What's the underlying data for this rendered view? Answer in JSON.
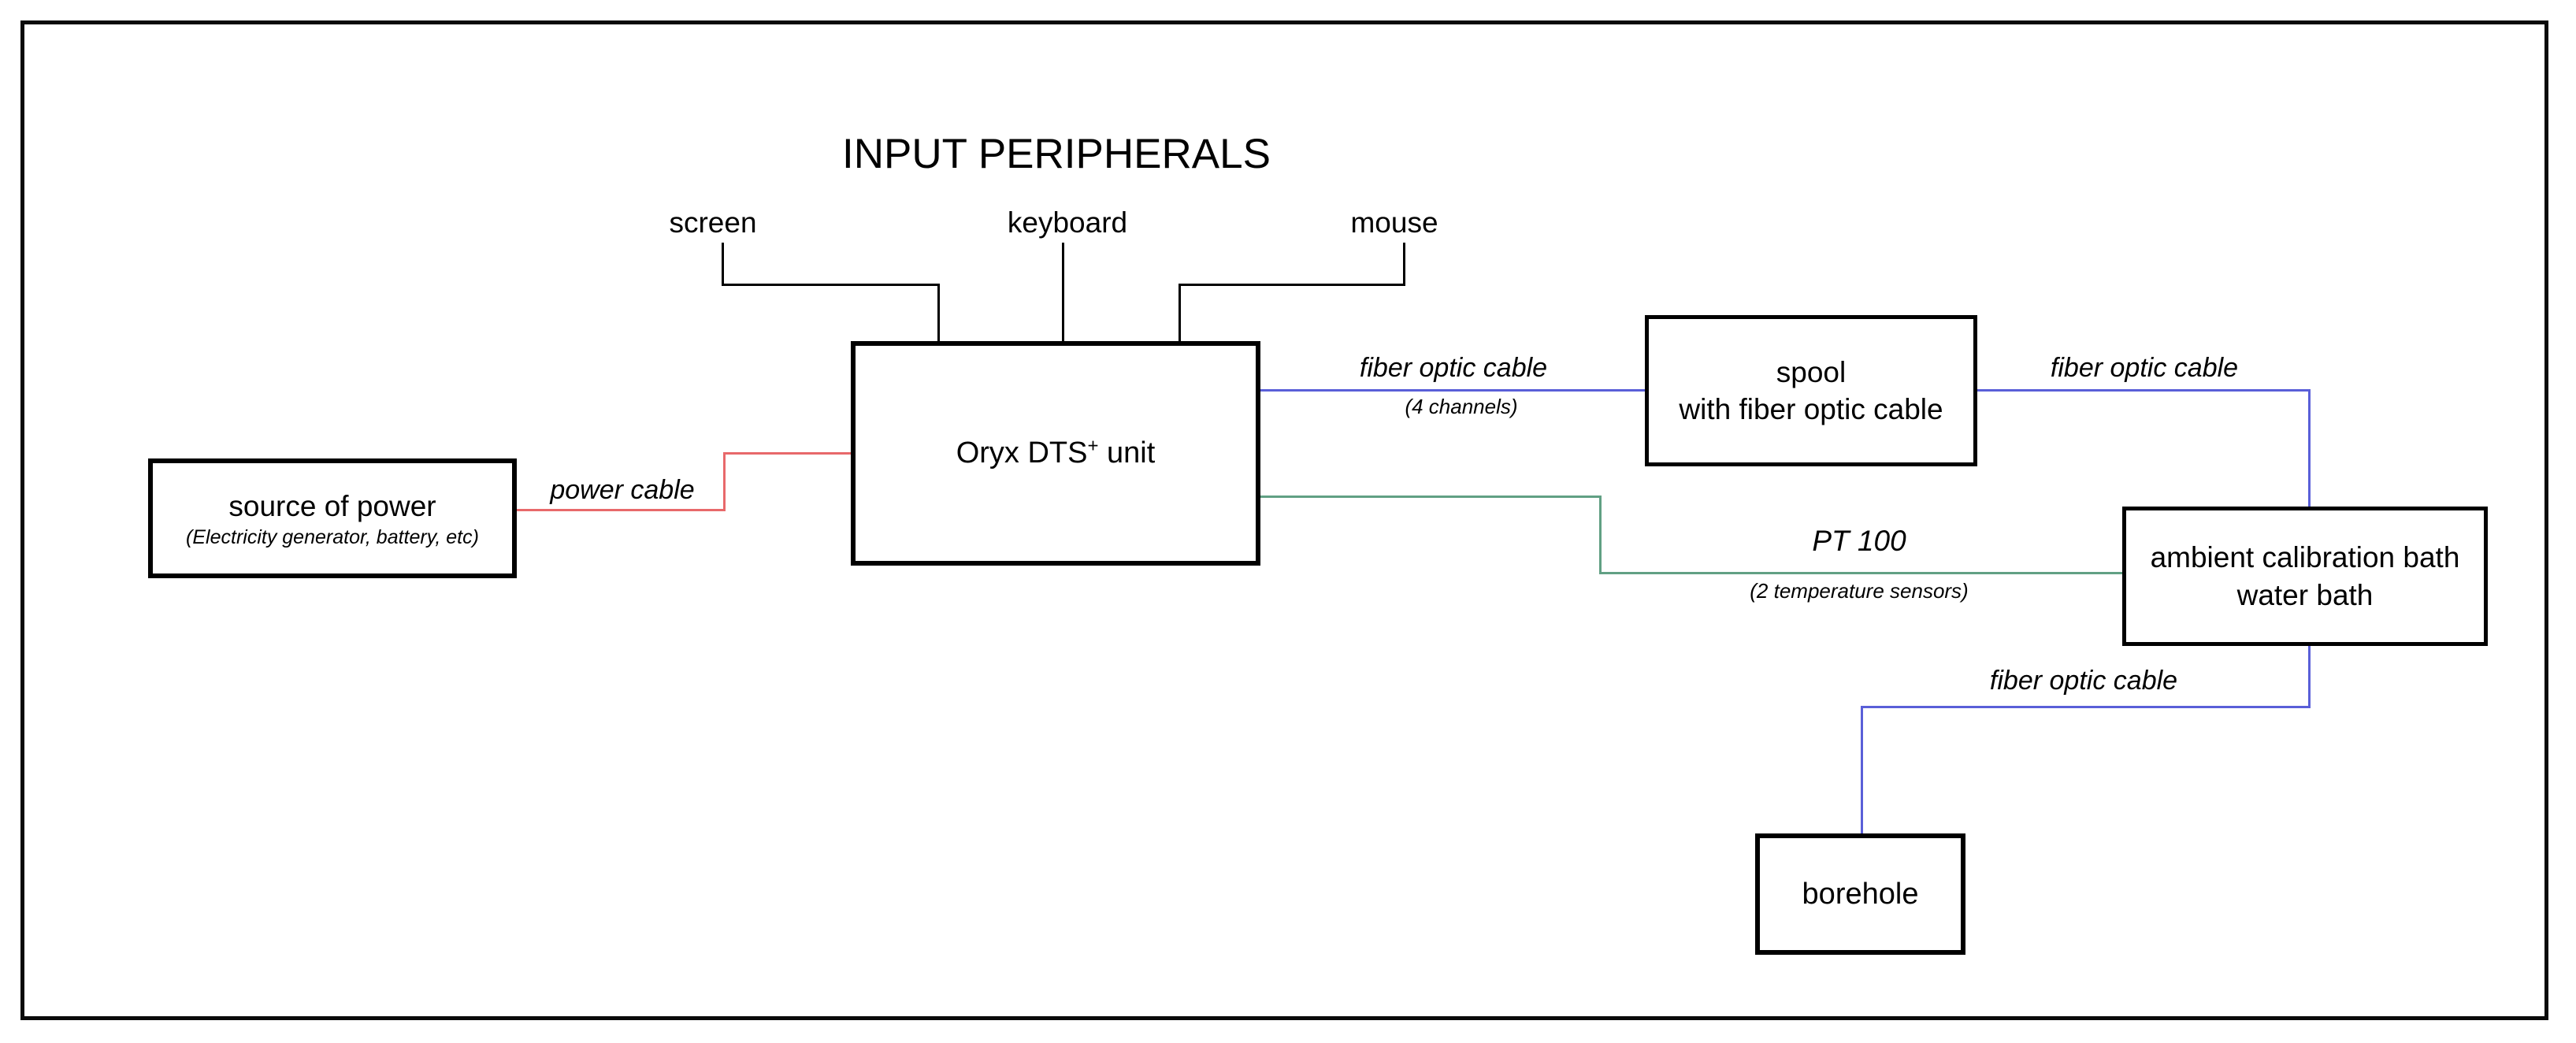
{
  "title": "INPUT PERIPHERALS",
  "peripherals": {
    "screen": "screen",
    "keyboard": "keyboard",
    "mouse": "mouse"
  },
  "nodes": {
    "power_source": {
      "line1": "source of power",
      "line2": "(Electricity generator, battery, etc)"
    },
    "dts_unit": {
      "name": "Oryx DTS",
      "superscript": "+",
      "suffix": " unit"
    },
    "spool": {
      "line1": "spool",
      "line2": "with fiber optic cable"
    },
    "calibration_bath": {
      "line1": "ambient calibration bath",
      "line2": "water bath"
    },
    "borehole": {
      "label": "borehole"
    }
  },
  "connections": {
    "power_cable": {
      "label": "power cable",
      "color": "#e8696b"
    },
    "fiber_dts_to_spool": {
      "label": "fiber optic cable",
      "sublabel": "(4 channels)",
      "color": "#5a5fd8"
    },
    "fiber_spool_to_bath": {
      "label": "fiber optic cable",
      "color": "#5a5fd8"
    },
    "pt100": {
      "label": "PT 100",
      "sublabel": "(2 temperature sensors)",
      "color": "#61a084"
    },
    "fiber_bath_to_borehole": {
      "label": "fiber optic cable",
      "color": "#5a5fd8"
    },
    "peripheral_line_color": "#000000"
  },
  "colors": {
    "background": "#ffffff",
    "border": "#000000",
    "text": "#000000"
  }
}
